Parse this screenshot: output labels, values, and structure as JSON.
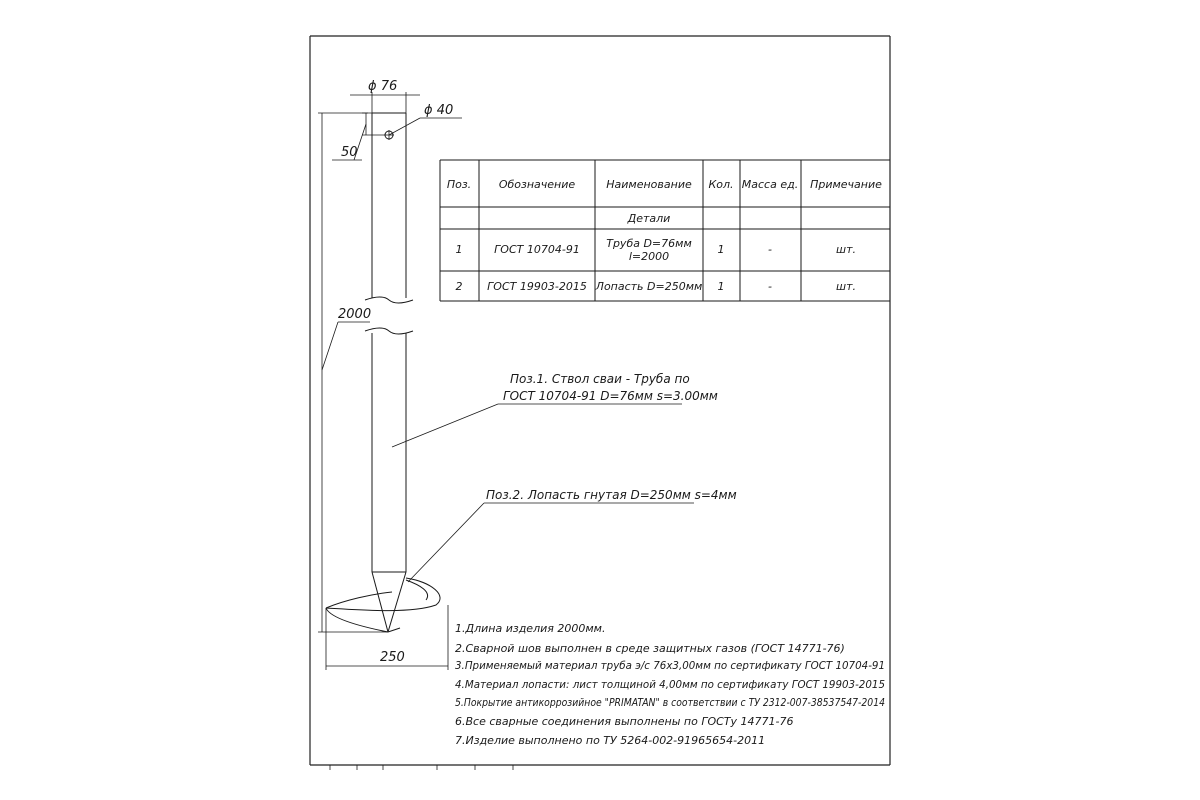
{
  "dimensions": {
    "diameter_pipe": "ϕ 76",
    "diameter_hole": "ϕ 40",
    "hole_offset": "50",
    "length": "2000",
    "blade_width": "250"
  },
  "spec_table": {
    "headers": [
      "Поз.",
      "Обозначение",
      "Наименование",
      "Кол.",
      "Масса ед.",
      "Примечание"
    ],
    "section": "Детали",
    "rows": [
      {
        "pos": "1",
        "designation": "ГОСТ 10704-91",
        "name_line1": "Труба D=76мм",
        "name_line2": "l=2000",
        "qty": "1",
        "mass": "-",
        "note": "шт."
      },
      {
        "pos": "2",
        "designation": "ГОСТ 19903-2015",
        "name_line1": "Лопасть D=250мм",
        "name_line2": "",
        "qty": "1",
        "mass": "-",
        "note": "шт."
      }
    ]
  },
  "callouts": {
    "pos1_line1": "Поз.1. Ствол сваи - Труба по",
    "pos1_line2": "ГОСТ 10704-91 D=76мм s=3.00мм",
    "pos2": "Поз.2. Лопасть гнутая D=250мм s=4мм"
  },
  "notes": [
    "1.Длина изделия 2000мм.",
    "2.Сварной шов выполнен в среде защитных газов (ГОСТ 14771-76)",
    "3.Применяемый материал труба э/с 76х3,00мм по сертификату ГОСТ 10704-91",
    "4.Материал лопасти: лист толщиной 4,00мм по сертификату ГОСТ 19903-2015",
    "5.Покрытие антикоррозийное \"PRIMATAN\" в соответствии с ТУ 2312-007-38537547-2014",
    "6.Все сварные соединения выполнены по ГОСТу 14771-76",
    "7.Изделие выполнено по ТУ 5264-002-91965654-2011"
  ]
}
